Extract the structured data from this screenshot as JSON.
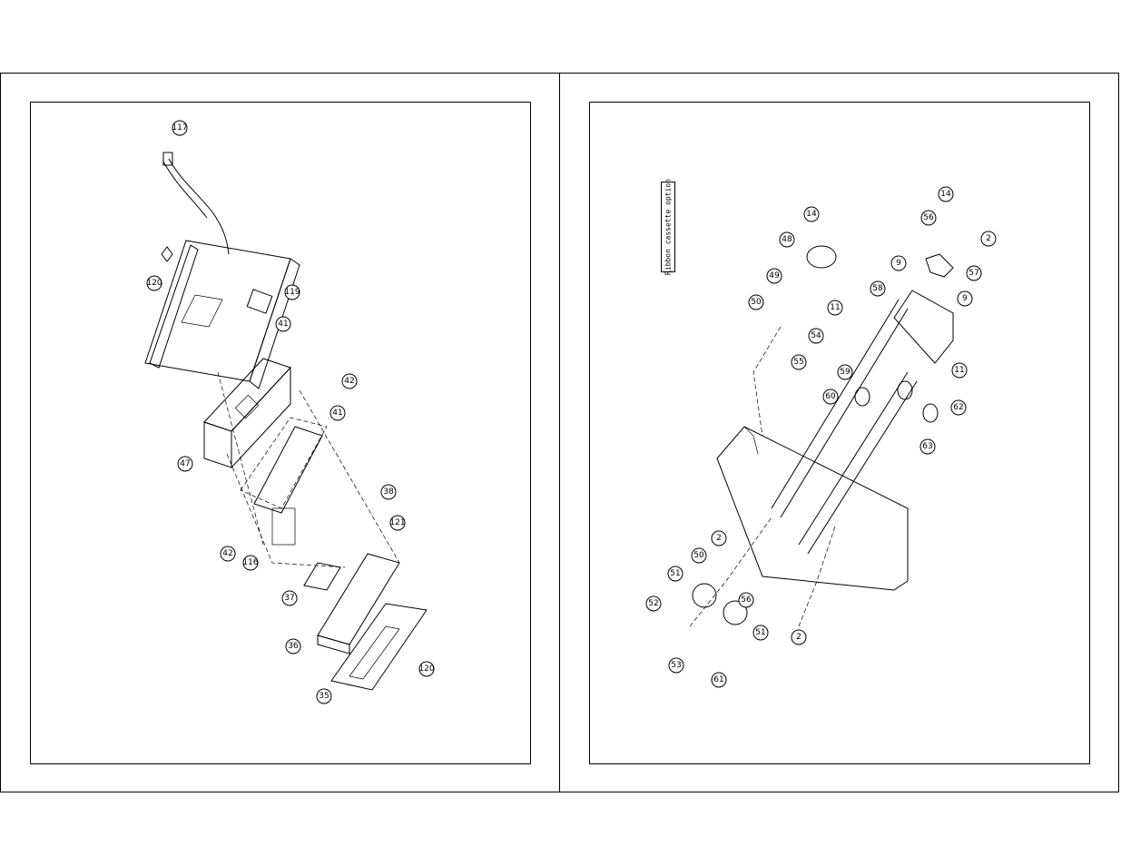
{
  "left_panel": {
    "callouts": [
      "117",
      "120",
      "119",
      "41",
      "42",
      "41",
      "47",
      "38",
      "121",
      "42",
      "116",
      "37",
      "36",
      "120",
      "35"
    ]
  },
  "right_panel": {
    "note": "Ribbon cassette option",
    "callouts": [
      "14",
      "48",
      "50",
      "49",
      "11",
      "54",
      "55",
      "59",
      "60",
      "58",
      "9",
      "56",
      "14",
      "2",
      "57",
      "9",
      "11",
      "62",
      "63",
      "2",
      "50",
      "51",
      "52",
      "56",
      "51",
      "53",
      "61",
      "2"
    ]
  }
}
